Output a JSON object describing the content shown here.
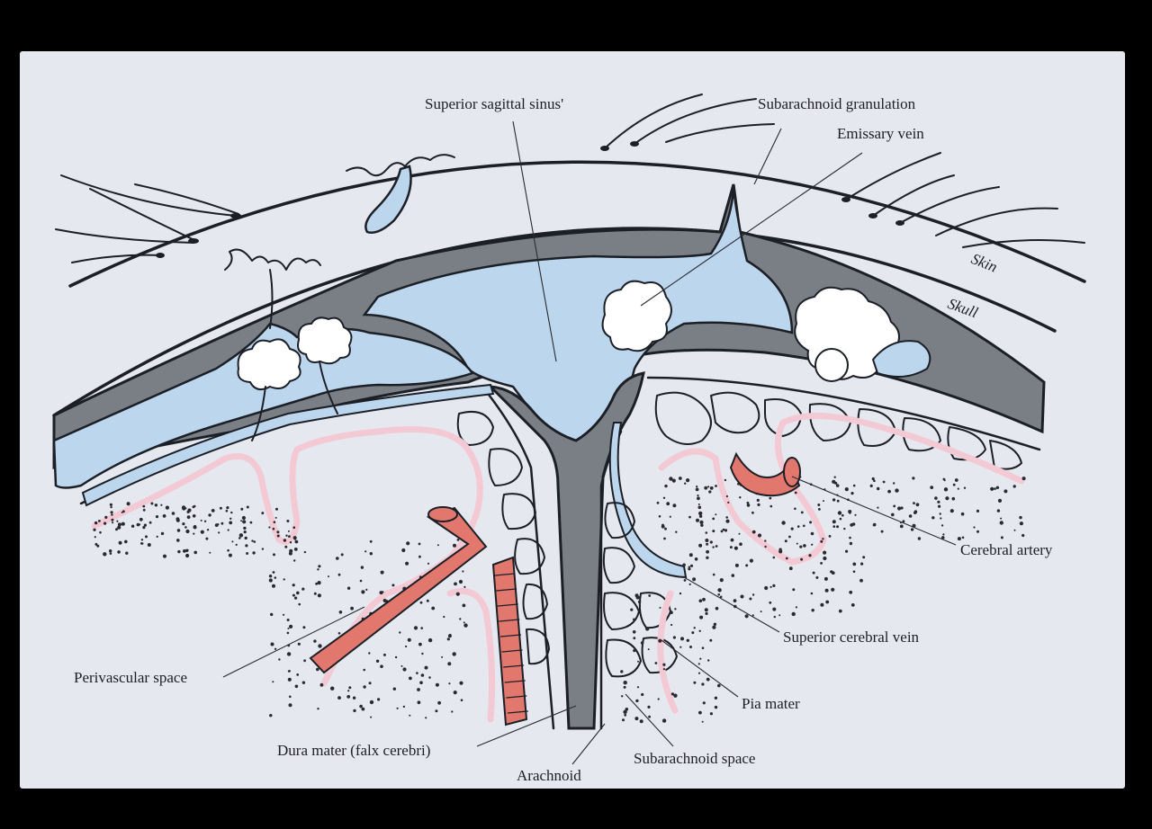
{
  "labels": {
    "superior_sagittal_sinus": "Superior sagittal sinus'",
    "subarachnoid_granulation": "Subarachnoid granulation",
    "emissary_vein": "Emissary vein",
    "skin": "Skin",
    "skull": "Skull",
    "cerebral_artery": "Cerebral artery",
    "superior_cerebral_vein": "Superior cerebral vein",
    "pia_mater": "Pia mater",
    "subarachnoid_space": "Subarachnoid space",
    "arachnoid": "Arachnoid",
    "dura_mater": "Dura mater (falx cerebri)",
    "perivascular_space": "Perivascular space"
  },
  "colors": {
    "background": "#000000",
    "paper": "#e6e8f0",
    "ink": "#1c1f26",
    "dura_gray": "#7a7f86",
    "csf_blue": "#bcd6ee",
    "vessel_red": "#e2776e",
    "pia_pink": "#f3c9d4"
  }
}
